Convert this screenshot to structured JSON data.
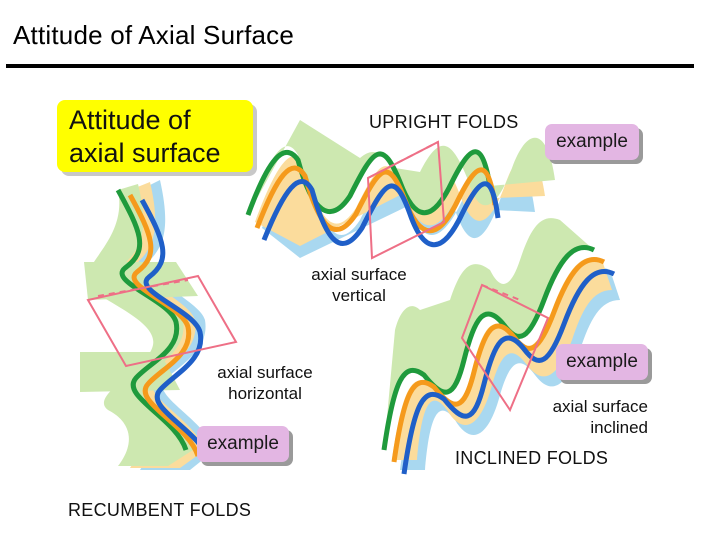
{
  "slide": {
    "title": "Attitude of Axial Surface"
  },
  "diagram": {
    "heading_line1": "Attitude of",
    "heading_line2": "axial surface",
    "upright": {
      "title": "UPRIGHT FOLDS",
      "label_line1": "axial surface",
      "label_line2": "vertical",
      "example": "example"
    },
    "recumbent": {
      "title": "RECUMBENT FOLDS",
      "label_line1": "axial surface",
      "label_line2": "horizontal",
      "example": "example"
    },
    "inclined": {
      "title": "INCLINED FOLDS",
      "label_line1": "axial surface",
      "label_line2": "inclined",
      "example": "example"
    },
    "colors": {
      "green_fill": "#cde8b0",
      "green_line": "#1f9a3c",
      "orange_fill": "#fbdc9c",
      "orange_line": "#f59a1c",
      "blue_fill": "#a9d8f0",
      "blue_line": "#1f5fc8",
      "axial_plane": "#ee6f86",
      "heading_bg": "#ffff00",
      "button_bg": "#e3b6e3"
    }
  }
}
